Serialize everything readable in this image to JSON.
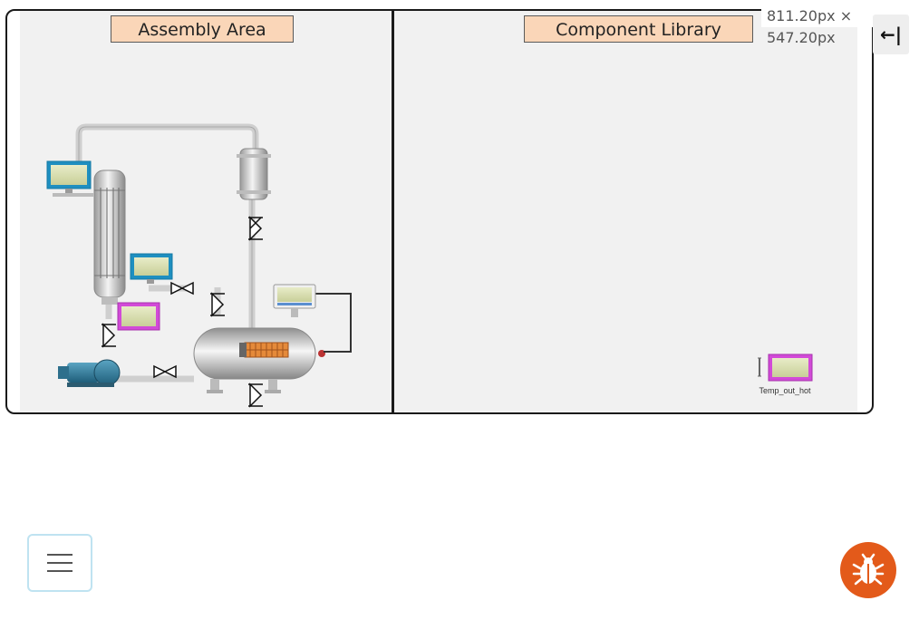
{
  "assembly": {
    "title": "Assembly Area"
  },
  "library": {
    "title": "Component Library",
    "items": [
      {
        "label": "Temp_out_hot",
        "icon": "temperature-display-icon"
      }
    ]
  },
  "dimensions_label": "811.20px × 547.20px",
  "controls": {
    "collapse_glyph": "←|",
    "menu_icon": "hamburger-menu-icon",
    "debug_icon": "bug-icon"
  },
  "colors": {
    "label_bg": "#fad6b8",
    "panel_bg": "#f1f1f1",
    "bug_button": "#e35a1a",
    "menu_border": "#bfe3f1"
  }
}
